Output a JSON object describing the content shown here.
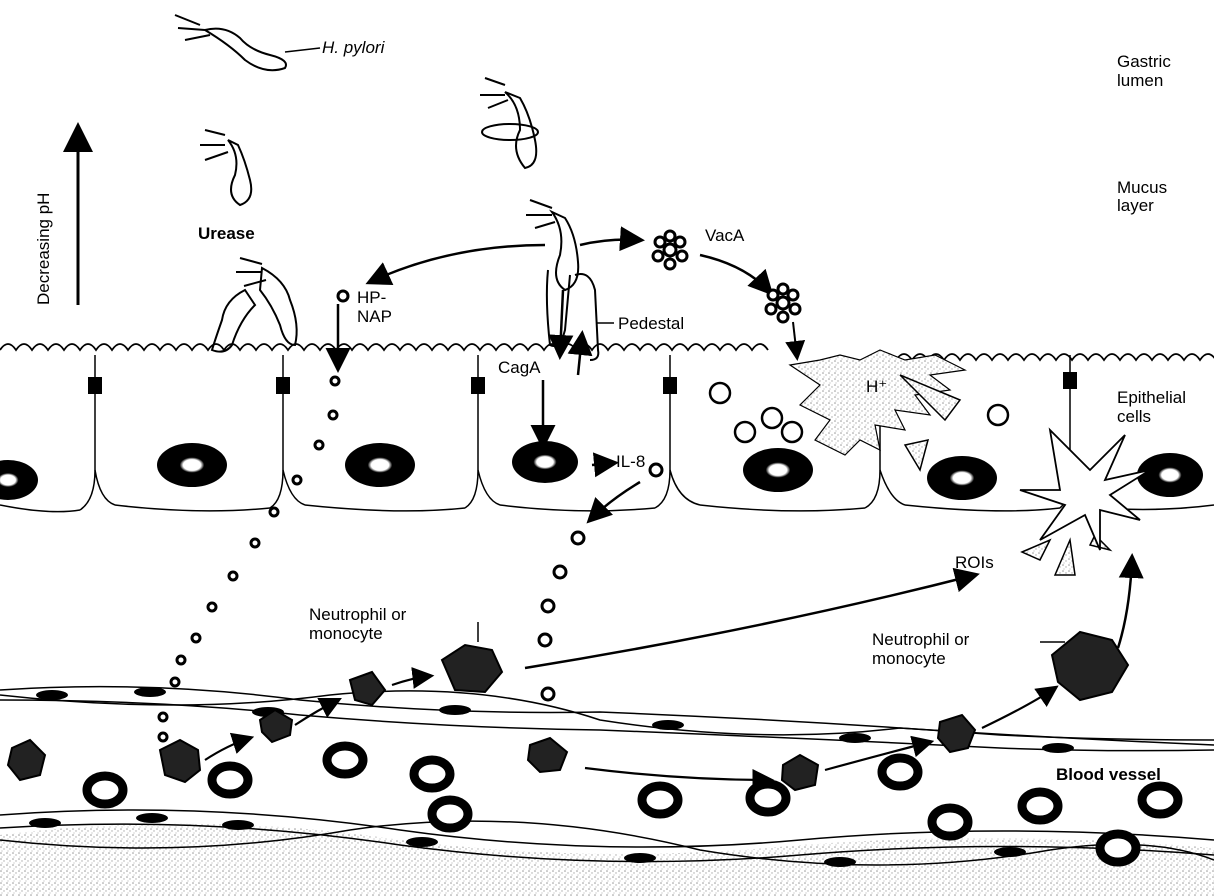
{
  "labels": {
    "h_pylori": "H. pylori",
    "gastric_lumen_1": "Gastric",
    "gastric_lumen_2": "lumen",
    "mucus_layer_1": "Mucus",
    "mucus_layer_2": "layer",
    "decreasing_ph": "Decreasing pH",
    "urease": "Urease",
    "hp_nap_1": "HP-",
    "hp_nap_2": "NAP",
    "vaca": "VacA",
    "pedestal": "Pedestal",
    "caga": "CagA",
    "h_plus": "H⁺",
    "epithelial_1": "Epithelial",
    "epithelial_2": "cells",
    "il8": "IL-8",
    "rois": "ROIs",
    "neutrophil_left_1": "Neutrophil or",
    "neutrophil_left_2": "monocyte",
    "neutrophil_right_1": "Neutrophil or",
    "neutrophil_right_2": "monocyte",
    "blood_vessel": "Blood vessel"
  }
}
